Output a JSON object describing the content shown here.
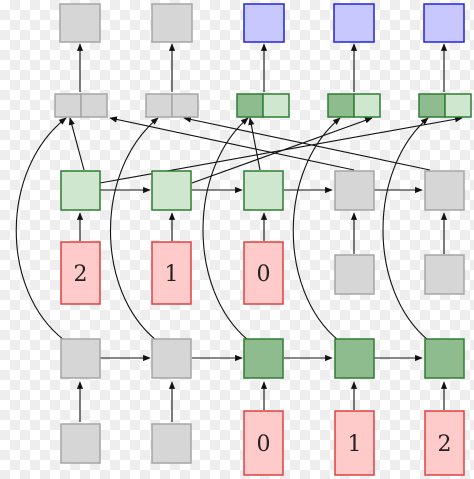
{
  "colors": {
    "gray_fill": "#d6d6d6",
    "gray_stroke": "#a5a5a5",
    "light_green_fill": "#cfe6cf",
    "green_stroke": "#2e7d32",
    "dark_green_fill": "#8fbc8f",
    "blue_fill": "#c8c8ff",
    "blue_stroke": "#2222dd",
    "red_fill": "#ffcaca",
    "red_stroke": "#e04040",
    "edge": "#111111"
  },
  "encoder_inputs": [
    "2",
    "1",
    "0"
  ],
  "decoder_inputs": [
    "0",
    "1",
    "2"
  ]
}
